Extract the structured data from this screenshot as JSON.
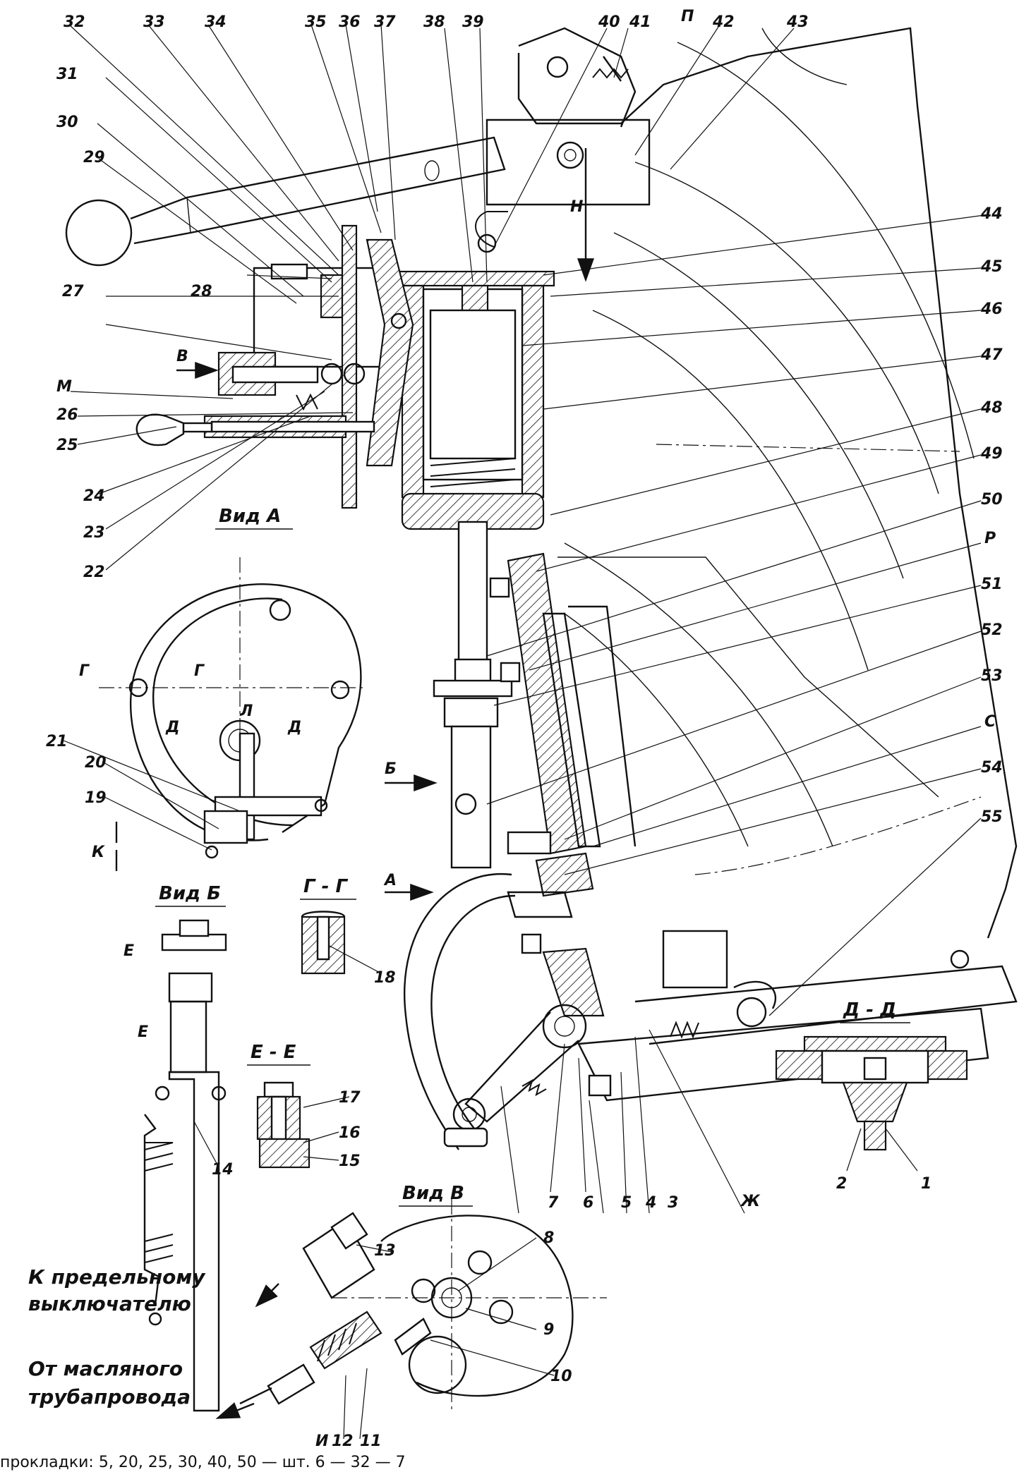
{
  "callouts": {
    "n1": "1",
    "n2": "2",
    "n3": "3",
    "n4": "4",
    "n5": "5",
    "n6": "6",
    "n7": "7",
    "n8": "8",
    "n9": "9",
    "n10": "10",
    "n11": "11",
    "n12": "12",
    "n13": "13",
    "n14": "14",
    "n15": "15",
    "n16": "16",
    "n17": "17",
    "n18": "18",
    "n19": "19",
    "n20": "20",
    "n21": "21",
    "n22": "22",
    "n23": "23",
    "n24": "24",
    "n25": "25",
    "n26": "26",
    "n27": "27",
    "n28": "28",
    "n29": "29",
    "n30": "30",
    "n31": "31",
    "n32": "32",
    "n33": "33",
    "n34": "34",
    "n35": "35",
    "n36": "36",
    "n37": "37",
    "n38": "38",
    "n39": "39",
    "n40": "40",
    "n41": "41",
    "n42": "42",
    "n43": "43",
    "n44": "44",
    "n45": "45",
    "n46": "46",
    "n47": "47",
    "n48": "48",
    "n49": "49",
    "n50": "50",
    "n51": "51",
    "n52": "52",
    "n53": "53",
    "n54": "54",
    "n55": "55"
  },
  "letters": {
    "P_top": "П",
    "H": "Н",
    "R": "Р",
    "S": "С",
    "ZH": "Ж",
    "M": "М",
    "V_arrow": "В",
    "B_arrow": "Б",
    "A_arrow": "А",
    "L": "Л",
    "K": "К",
    "G_left": "Г",
    "G_right": "Г",
    "D_left": "Д",
    "D_right": "Д",
    "E_top": "Е",
    "E_bottom": "Е",
    "I": "И"
  },
  "views": {
    "view_a": "Вид А",
    "view_b": "Вид Б",
    "view_v": "Вид В",
    "section_gg": "Г - Г",
    "section_ee": "Е - Е",
    "section_dd": "Д - Д"
  },
  "notes": {
    "to_limit_switch_1": "К предельному",
    "to_limit_switch_2": "выключателю",
    "from_oil_pipe_1": "От масляного",
    "from_oil_pipe_2": "трубапровода"
  },
  "footer": "прокладки: 5, 20, 25, 30, 40, 50 — шт. 6 — 32 — 7"
}
